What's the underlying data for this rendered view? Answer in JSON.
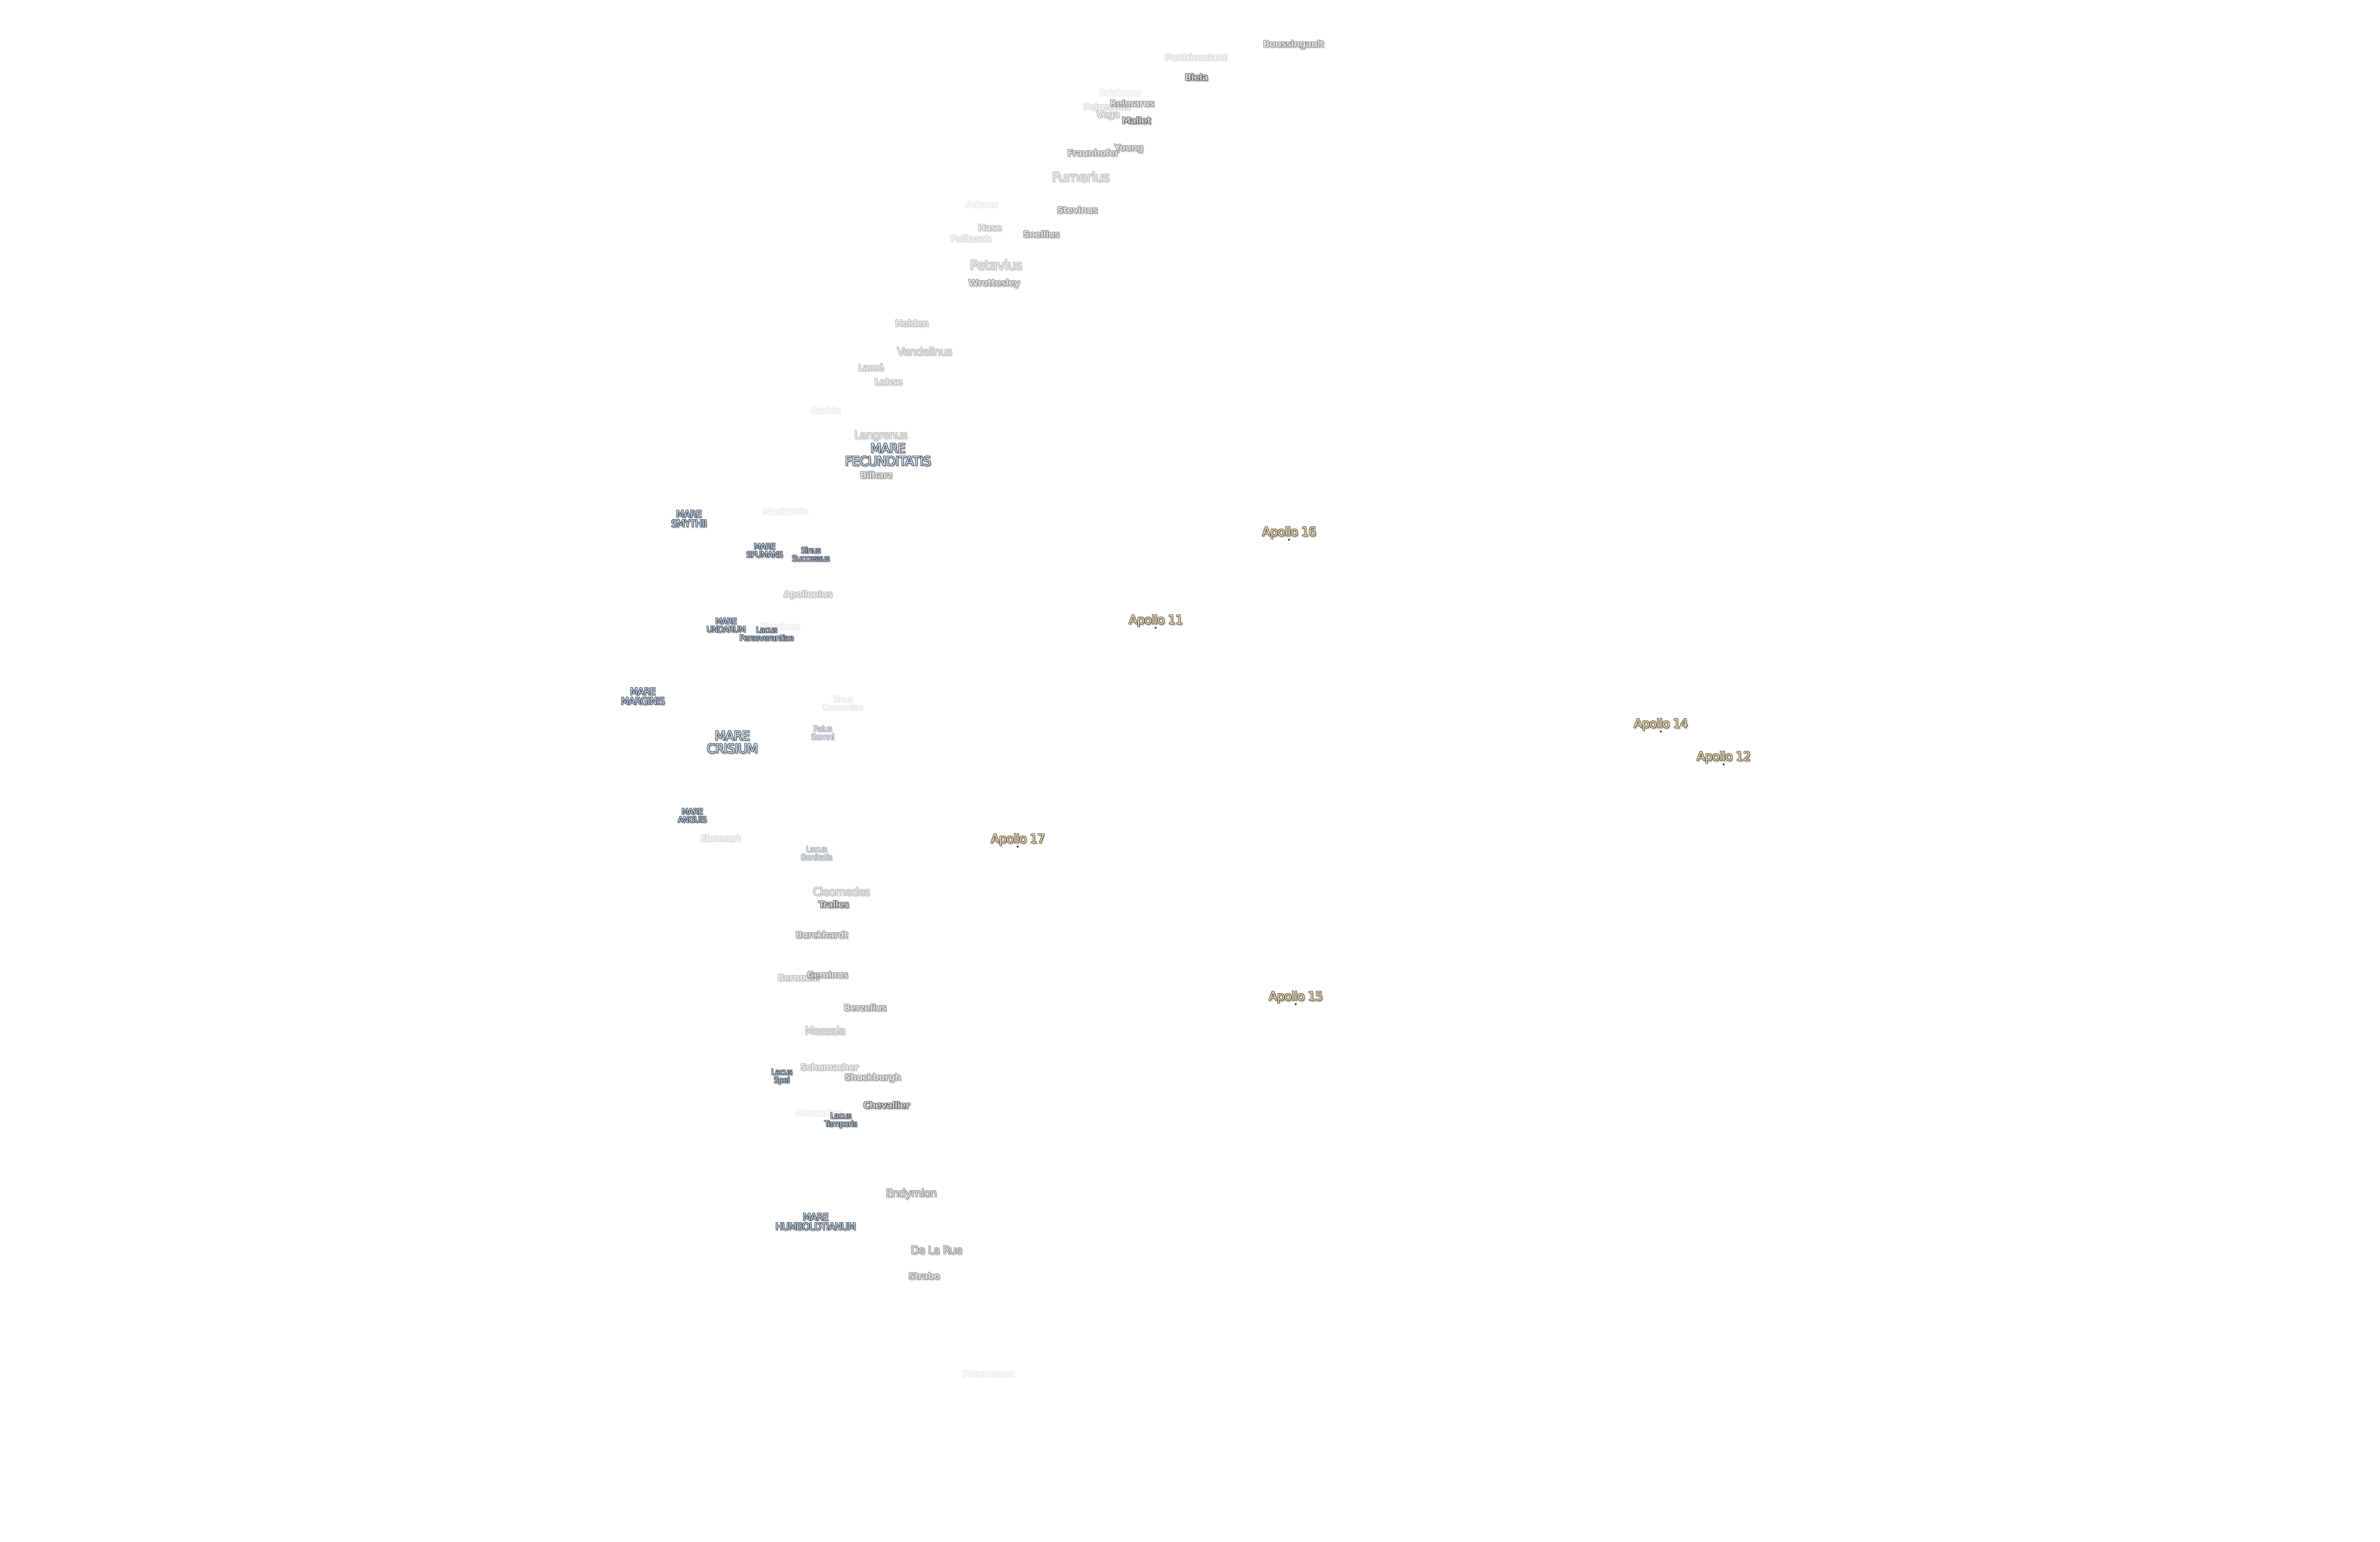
{
  "map": {
    "craters": [
      "Boussingault",
      "Pontécoulant",
      "Biela",
      "Brisbane",
      "Reimarus",
      "Peirescius",
      "Vega",
      "Mallet",
      "Young",
      "Fraunhofer",
      "Furnerius",
      "Adams",
      "Stevinus",
      "Hase",
      "Palitzsch",
      "Snellius",
      "Petavius",
      "Wrottesley",
      "Holden",
      "Vendelinus",
      "Lamé",
      "Lohse",
      "Barkla",
      "Langrenus",
      "Bilharz",
      "Maclaurin",
      "Apollonius",
      "Firmicus",
      "Elmmart",
      "Cleomedes",
      "Tralles",
      "Burckhardt",
      "Bernoulli",
      "Geminus",
      "Berzelius",
      "Messala",
      "Schumacher",
      "Shuckburgh",
      "Chevallier",
      "Mercurius",
      "Endymion",
      "De La Rue",
      "Strabo",
      "Petermann"
    ],
    "maria": [
      "MARE\nFECUNDITATIS",
      "MARE\nSMYTHII",
      "MARE\nSPUMANS",
      "Sinus\nSuccessus",
      "MARE\nUNDARUM",
      "Lacus\nPerseverantiae",
      "MARE\nMARGINIS",
      "Sinus\nConcordiae",
      "Palus\nSomni",
      "MARE\nCRISIUM",
      "MARE\nANGUIS",
      "Lacus\nBonitatis",
      "Lacus\nSpei",
      "Lacus\nTemporis",
      "MARE\nHUMBOLDTIANUM"
    ],
    "apollo_sites": [
      "Apollo 16",
      "Apollo 11",
      "Apollo 14",
      "Apollo 12",
      "Apollo 17",
      "Apollo 15"
    ],
    "colors": {
      "crater_fill": "#d4d4d4",
      "mare_fill": "#cfe2f5",
      "apollo_fill": "#f3dfb0",
      "outline": "#5a5a5a"
    }
  }
}
